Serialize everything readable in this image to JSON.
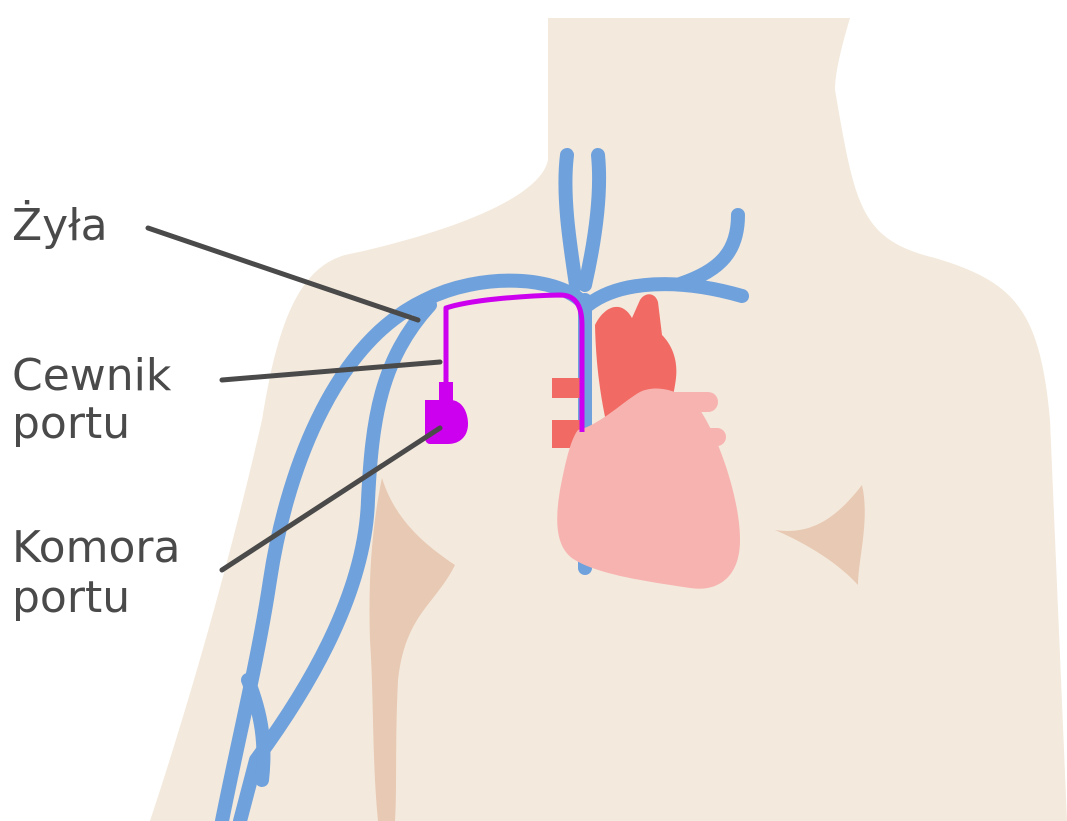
{
  "labels": {
    "vein": "Żyła",
    "catheter_line1": "Cewnik",
    "catheter_line2": "portu",
    "chamber_line1": "Komora",
    "chamber_line2": "portu"
  },
  "colors": {
    "background": "#ffffff",
    "skin": "#f3e9dc",
    "skin_shadow": "#e8c9b3",
    "vein": "#6fa1dc",
    "catheter": "#cc00ee",
    "heart": "#f7b3b0",
    "artery": "#f26a64",
    "leader_line": "#4a4a4a",
    "label_text": "#4a4a4a"
  },
  "icons": {
    "port_chamber": "port-chamber-icon",
    "heart": "heart-icon"
  }
}
